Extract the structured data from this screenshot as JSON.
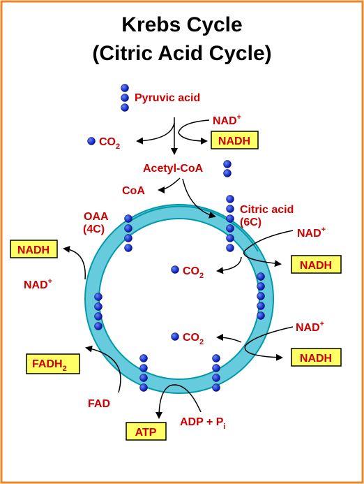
{
  "title": {
    "line1": "Krebs Cycle",
    "line2": "(Citric Acid Cycle)"
  },
  "labels": {
    "pyruvic_acid": "Pyruvic acid",
    "nad_top": "NAD",
    "nad_top_sup": "+",
    "co2_top": "CO",
    "co2_top_sub": "2",
    "nadh_top": "NADH",
    "acetyl_coa": "Acetyl-CoA",
    "coa": "CoA",
    "oaa": "OAA",
    "oaa_carbons": "(4C)",
    "citric_acid": "Citric acid",
    "citric_carbons": "(6C)",
    "nadh_left": "NADH",
    "nad_left": "NAD",
    "nad_left_sup": "+",
    "nad_right1": "NAD",
    "nad_right1_sup": "+",
    "nadh_right1": "NADH",
    "co2_mid1": "CO",
    "co2_mid1_sub": "2",
    "co2_mid2": "CO",
    "co2_mid2_sub": "2",
    "nad_right2": "NAD",
    "nad_right2_sup": "+",
    "nadh_right2": "NADH",
    "fadh2": "FADH",
    "fadh2_sub": "2",
    "fad": "FAD",
    "atp": "ATP",
    "adp_pi": "ADP + P",
    "adp_pi_sub": "i"
  },
  "colors": {
    "border": "#e8872a",
    "label_red": "#cc0000",
    "box_fill": "#ffff66",
    "ring_fill": "#66ccdd",
    "ring_edge": "#0099aa",
    "carbon_dot": "#1a33cc"
  }
}
